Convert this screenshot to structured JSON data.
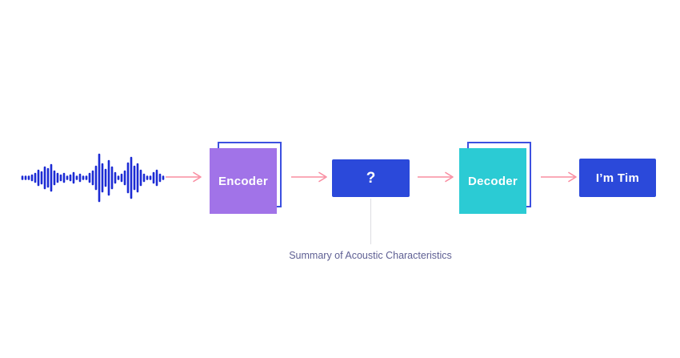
{
  "diagram": {
    "description": "speech encoder-decoder pipeline",
    "arrow_color": "#f98da1",
    "outline_color": "#3c50e0",
    "connector_color": "#dddde2",
    "nodes": {
      "waveform": {
        "name": "audio-waveform",
        "color": "#1c2bd4",
        "bars": [
          3,
          3,
          3,
          6,
          10,
          18,
          14,
          26,
          22,
          32,
          16,
          10,
          6,
          10,
          3,
          6,
          12,
          3,
          8,
          3,
          3,
          10,
          16,
          28,
          58,
          34,
          20,
          42,
          26,
          12,
          3,
          8,
          16,
          36,
          50,
          28,
          34,
          18,
          8,
          3,
          3,
          12,
          18,
          8,
          3
        ]
      },
      "encoder": {
        "label": "Encoder",
        "fill": "#a173e8",
        "outline": "#3c50e0",
        "text_color": "#ffffff"
      },
      "bottleneck": {
        "label": "?",
        "fill": "#2b49da",
        "text_color": "#ffffff"
      },
      "decoder": {
        "label": "Decoder",
        "fill": "#2bcbd4",
        "outline": "#3c50e0",
        "text_color": "#ffffff"
      },
      "output": {
        "label": "I’m Tim",
        "fill": "#2b49da",
        "text_color": "#ffffff"
      }
    },
    "annotation": {
      "label": "Summary of Acoustic Characteristics",
      "color": "#5e5f93"
    }
  }
}
